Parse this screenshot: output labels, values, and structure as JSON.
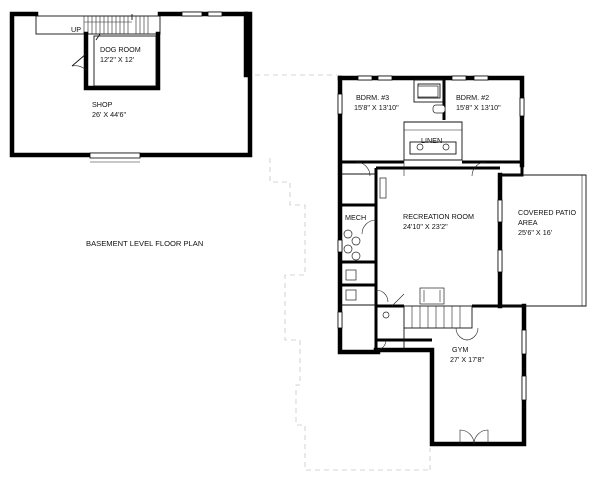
{
  "plan_title": "BASEMENT LEVEL FLOOR PLAN",
  "stair_label": "UP",
  "rooms": {
    "dog_room": {
      "name": "DOG ROOM",
      "size": "12'2\" X 12'"
    },
    "shop": {
      "name": "SHOP",
      "size": "26' X 44'6\""
    },
    "bedroom_3": {
      "name": "BDRM. #3",
      "size": "15'8\" X 13'10\""
    },
    "bedroom_2": {
      "name": "BDRM. #2",
      "size": "15'8\" X 13'10\""
    },
    "linen": {
      "name": "LINEN"
    },
    "mech": {
      "name": "MECH"
    },
    "recreation": {
      "name": "RECREATION ROOM",
      "size": "24'10\" X 23'2\""
    },
    "patio": {
      "name": "COVERED PATIO",
      "name2": "AREA",
      "size": "25'6\" X 16'"
    },
    "gym": {
      "name": "GYM",
      "size": "27' X 17'8\""
    }
  }
}
